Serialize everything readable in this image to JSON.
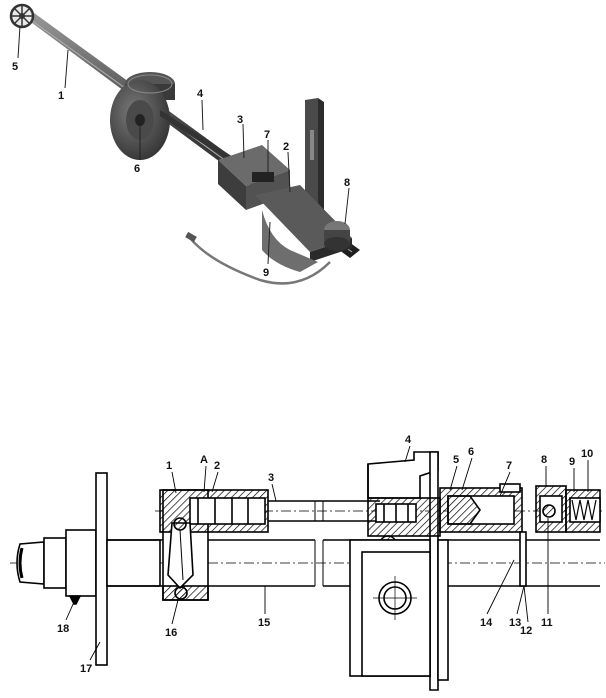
{
  "photo": {
    "labels": [
      "5",
      "1",
      "4",
      "3",
      "6",
      "7",
      "2",
      "8",
      "9"
    ]
  },
  "drawing": {
    "labels": [
      "1",
      "A",
      "2",
      "3",
      "4",
      "5",
      "6",
      "7",
      "8",
      "9",
      "10",
      "18",
      "17",
      "16",
      "15",
      "14",
      "13",
      "12",
      "11"
    ]
  }
}
